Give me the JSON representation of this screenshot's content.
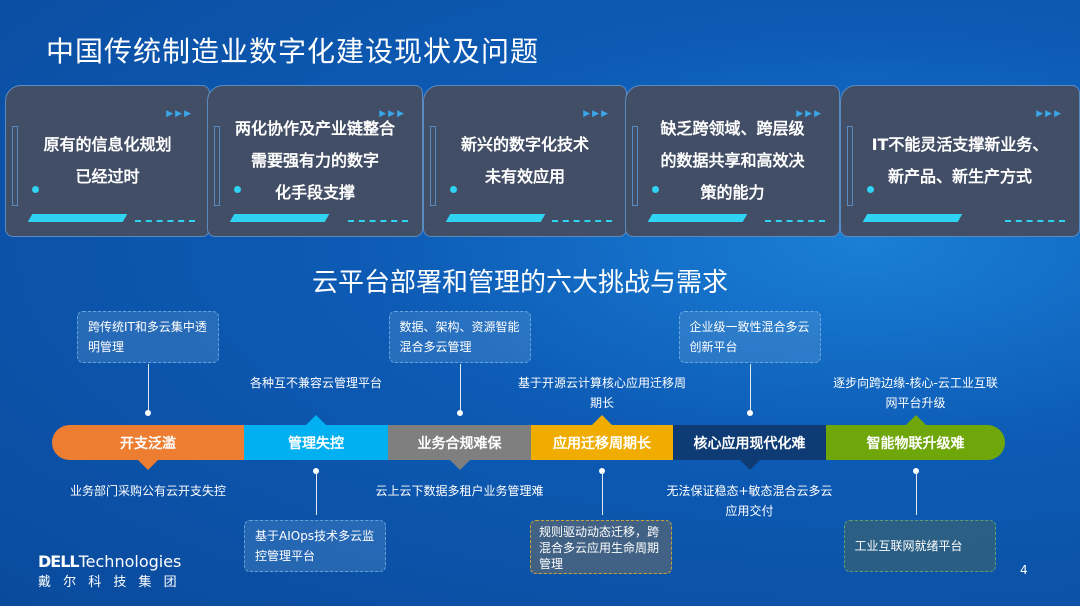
{
  "title": "中国传统制造业数字化建设现状及问题",
  "cards": [
    {
      "line1": "原有的信息化规划",
      "line2": "已经过时",
      "line3": ""
    },
    {
      "line1": "两化协作及产业链整合",
      "line2": "需要强有力的数字",
      "line3": "化手段支撑"
    },
    {
      "line1": "新兴的数字化技术",
      "line2": "未有效应用",
      "line3": ""
    },
    {
      "line1": "缺乏跨领域、跨层级",
      "line2": "的数据共享和高效决",
      "line3": "策的能力"
    },
    {
      "line1": "IT不能灵活支撑新业务、",
      "line2": "新产品、新生产方式",
      "line3": ""
    }
  ],
  "subtitle": "云平台部署和管理的六大挑战与需求",
  "challenges": [
    {
      "label": "开支泛滥",
      "color": "#ed7d31",
      "need": "跨传统IT和多云集中透明管理",
      "problem": "业务部门采购公有云开支失控"
    },
    {
      "label": "管理失控",
      "color": "#00b0f0",
      "problem": "各种互不兼容云管理平台",
      "need": "基于AIOps技术多云监控管理平台"
    },
    {
      "label": "业务合规难保",
      "color": "#7f7f7f",
      "need": "数据、架构、资源智能混合多云管理",
      "problem": "云上云下数据多租户业务管理难"
    },
    {
      "label": "应用迁移周期长",
      "color": "#f0ad00",
      "problem": "基于开源云计算核心应用迁移周期长",
      "need": "规则驱动动态迁移，跨混合多云应用生命周期管理"
    },
    {
      "label": "核心应用现代化难",
      "color": "#0e3b73",
      "need": "企业级一致性混合多云创新平台",
      "problem": "无法保证稳态+敏态混合云多云应用交付"
    },
    {
      "label": "智能物联升级难",
      "color": "#6fa60a",
      "problem": "逐步向跨边缘-核心-云工业互联网平台升级",
      "need": "工业互联网就绪平台"
    }
  ],
  "logo": {
    "brand": "DELL",
    "product": "Technologies",
    "cn": "戴 尔 科 技 集 团"
  },
  "page_number": "4"
}
